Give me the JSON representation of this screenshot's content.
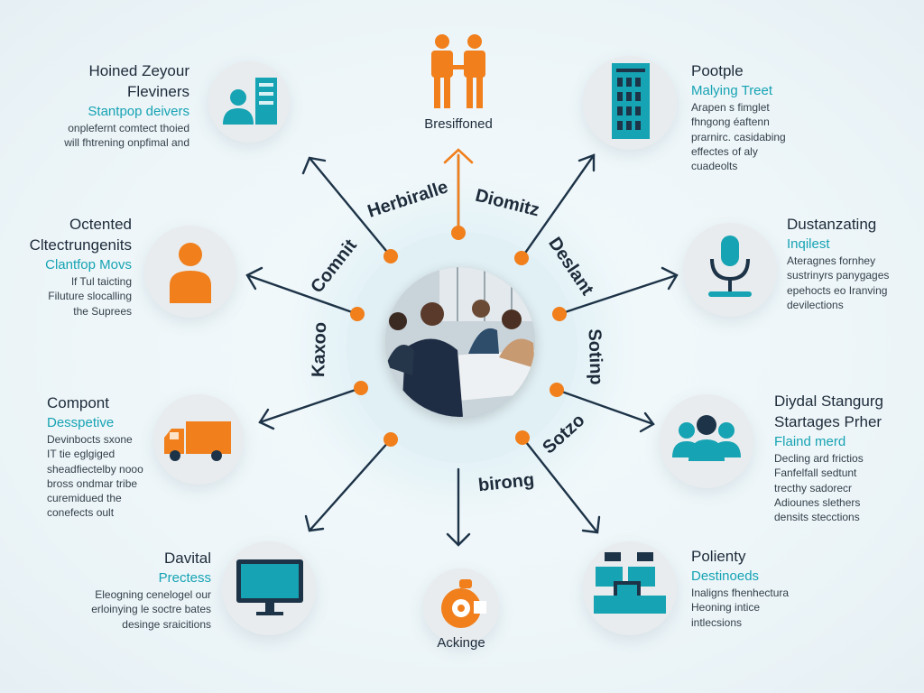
{
  "center": {
    "top_label": "Bresiffoned",
    "bottom_label": "Ackinge"
  },
  "ring_labels": {
    "top_left": "Herbiralle",
    "top_right": "Diomitz",
    "upper_left": "Comnit",
    "upper_right": "Deslant",
    "left": "Kaxoo",
    "right": "Sotinp",
    "lower_right": "Sotzo",
    "bottom": "birong"
  },
  "blocks": {
    "top_left": {
      "title1": "Hoined Zeyour",
      "title2": "Fleviners",
      "sub": "Stantpop deivers",
      "body": [
        "onplefernt comtect thoied",
        "will fhtrening onpfimal and"
      ]
    },
    "mid_left": {
      "title1": "Octented",
      "title2": "Cltectrungenits",
      "sub": "Clantfop Movs",
      "body": [
        "lf Tul taicting",
        "Filuture slocalling",
        "the Suprees"
      ]
    },
    "low_left": {
      "title1": "Compont",
      "sub": "Desspetive",
      "body": [
        "Devinbocts sxone",
        "IT tie eglgiged",
        "sheadfiectelby nooo",
        "bross ondmar tribe",
        "curemidued the",
        "conefects oult"
      ]
    },
    "bottom_left": {
      "title1": "Davital",
      "sub": "Prectess",
      "body": [
        "Eleogning cenelogel our",
        "erloinying le soctre bates",
        "desinge sraicitions"
      ]
    },
    "top_right": {
      "title1": "Pootple",
      "sub": "Malying Treet",
      "body": [
        "Arapen s fimglet",
        "fhngong éaftenn",
        "prarnirc. casidabing",
        "effectes of aly",
        "cuadeolts"
      ]
    },
    "mid_right": {
      "title1": "Dustanzating",
      "sub": "Inqilest",
      "body": [
        "Ateragnes fornhey",
        "sustrinyrs panygages",
        "epehocts eo Iranving",
        "devilections"
      ]
    },
    "low_right": {
      "title1": "Diydal Stangurg",
      "title2": "Startages Prher",
      "sub": "Flaind merd",
      "body": [
        "Decling ard frictios",
        "Fanfelfall sedtunt",
        "trecthy sadorecr",
        "Adiounes slethers",
        "densits stecctions"
      ]
    },
    "bottom_right": {
      "title1": "Polienty",
      "sub": "Destinoeds",
      "body": [
        "Inaligns fhenhectura",
        "Heoning intice",
        "intlecsions"
      ]
    }
  },
  "colors": {
    "teal": "#16a3b3",
    "orange": "#f07f1c",
    "navy": "#1d3347",
    "node_bg": "#e9ecee"
  },
  "icons": {
    "node_top_left": "presentation-person-icon",
    "node_mid_left": "person-icon",
    "node_low_left": "delivery-truck-icon",
    "node_bottom_left": "monitor-icon",
    "node_bottom": "gear-person-icon",
    "node_top": "two-people-icon",
    "node_top_right": "server-rack-icon",
    "node_mid_right": "microphone-icon",
    "node_low_right": "team-icon",
    "node_bottom_right": "team-workstations-icon"
  }
}
